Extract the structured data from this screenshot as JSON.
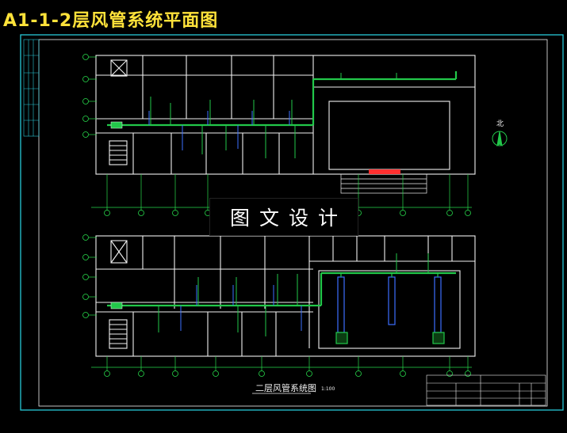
{
  "title": "A1-1-2层风管系统平面图",
  "watermark": "图文设计",
  "drawing_title": "二层风管系统图",
  "drawing_scale": "1:100",
  "north_label": "北",
  "colors": {
    "background": "#000000",
    "title": "#ffe23a",
    "frame": "#27c9d8",
    "walls": "#f0f0f0",
    "duct": "#22c84a",
    "pipe": "#3d6fff",
    "grid": "#27d84a",
    "dimension": "#d8d8d8",
    "red": "#ff3030"
  },
  "icons": [
    "north-arrow-icon",
    "axis-bubble-icon",
    "fan-unit-icon"
  ]
}
